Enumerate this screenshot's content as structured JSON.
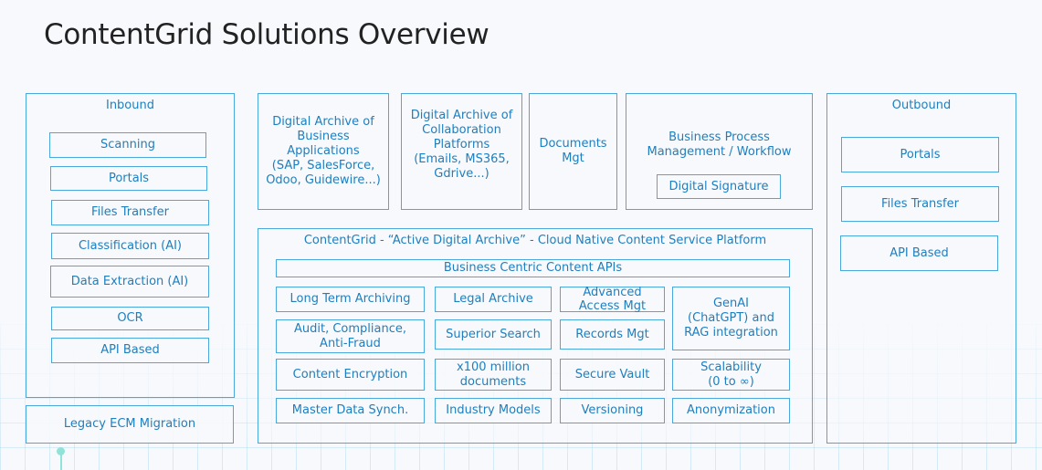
{
  "title": "ContentGrid Solutions Overview",
  "inbound": {
    "label": "Inbound",
    "items": [
      "Scanning",
      "Portals",
      "Files Transfer",
      "Classification (AI)",
      "Data Extraction (AI)",
      "OCR",
      "API Based"
    ]
  },
  "legacy_migration": "Legacy ECM Migration",
  "top_boxes": {
    "digital_archive_apps": "Digital Archive of\nBusiness\nApplications\n(SAP, SalesForce,\nOdoo, Guidewire...)",
    "digital_archive_collab": "Digital Archive of\nCollaboration\nPlatforms\n(Emails, MS365,\nGdrive...)",
    "documents_mgt": "Documents\nMgt",
    "bpm_workflow": "Business Process\nManagement / Workflow",
    "digital_signature": "Digital Signature"
  },
  "platform": {
    "label": "ContentGrid - “Active Digital Archive” - Cloud Native Content Service Platform",
    "apis": "Business Centric Content APIs",
    "cells": {
      "long_term_archiving": "Long Term Archiving",
      "legal_archive": "Legal Archive",
      "advanced_access_mgt": "Advanced\nAccess Mgt",
      "genai": "GenAI\n(ChatGPT) and\nRAG integration",
      "audit_compliance": "Audit, Compliance,\nAnti-Fraud",
      "superior_search": "Superior Search",
      "records_mgt": "Records Mgt",
      "content_encryption": "Content Encryption",
      "x100_million": "x100 million\ndocuments",
      "secure_vault": "Secure Vault",
      "scalability": "Scalability\n(0 to ∞)",
      "master_data_synch": "Master Data Synch.",
      "industry_models": "Industry Models",
      "versioning": "Versioning",
      "anonymization": "Anonymization"
    }
  },
  "outbound": {
    "label": "Outbound",
    "items": [
      "Portals",
      "Files Transfer",
      "API Based"
    ]
  },
  "colors": {
    "accent": "#1e7fbf",
    "border": "#4aa8dc",
    "title": "#222222",
    "background": "#f7f9fc"
  }
}
